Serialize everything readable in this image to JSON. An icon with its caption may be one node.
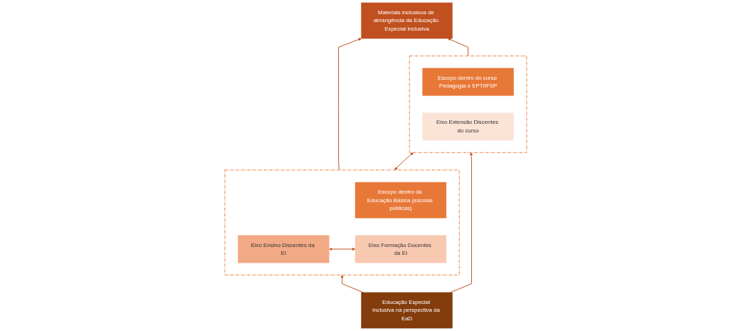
{
  "diagram": {
    "nodes": [
      {
        "text": [
          "Materiais inclusivos de abrangência da Educação Especial Inclusiva"
        ]
      },
      {
        "text": [],
        "shape": "box"
      },
      {
        "text": [
          "Escopo dentro da Educação Básica (escolas públicas)"
        ],
        "in": 1
      },
      {
        "text": [
          "Eixo Ensino Discentes da EI"
        ],
        "in": 1
      },
      {
        "text": [
          "Eixo Formação Docentes da EI"
        ],
        "in": 1
      },
      {
        "text": [],
        "shape": "box"
      },
      {
        "text": [
          "Escopo dentro do curso Pedagogia e EPT/IFSP"
        ],
        "in": 5
      },
      {
        "text": [
          "Eixo Extensão Discentes do curso"
        ],
        "in": 5
      },
      {
        "text": [
          "Educação Especial Inclusiva na perspectiva da EaD"
        ]
      }
    ],
    "edges": [
      {
        "from": 3,
        "to": 4,
        "arrow": "both"
      },
      {
        "from": 1,
        "to": 5,
        "arrow": "both"
      },
      {
        "from": 1,
        "to": 0,
        "arrow": "to"
      },
      {
        "from": 5,
        "to": 0,
        "arrow": "to"
      },
      {
        "from": 8,
        "to": 1,
        "arrow": "to"
      },
      {
        "from": 8,
        "to": 5,
        "arrow": "to"
      }
    ]
  }
}
